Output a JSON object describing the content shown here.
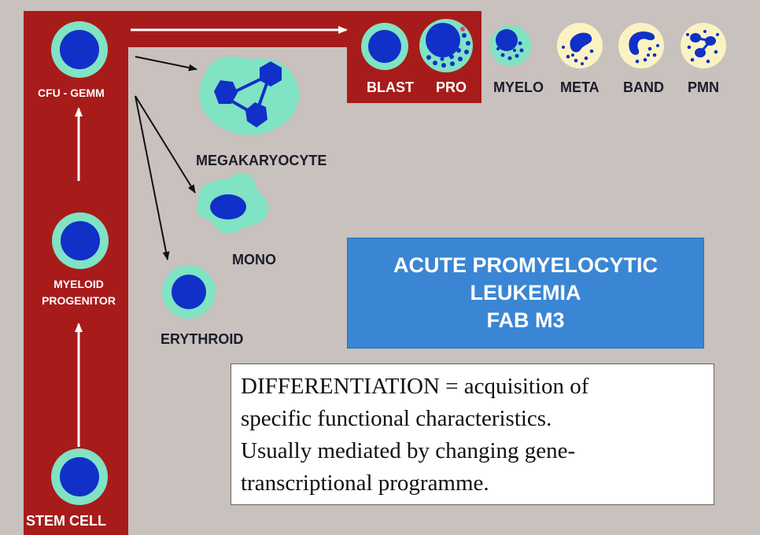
{
  "colors": {
    "background": "#c8c1bd",
    "lineage_bar": "#a81b1b",
    "nucleus": "#1030c8",
    "cytoplasm": "#7fe3c4",
    "granule_cytoplasm": "#fbf2c2",
    "title_box": "#3a86d4"
  },
  "lineage": {
    "cfu_gemm": "CFU - GEMM",
    "myeloid_progenitor": [
      "MYELOID",
      "PROGENITOR"
    ],
    "stem_cell": "STEM CELL"
  },
  "branches": {
    "megakaryocyte": "MEGAKARYOCYTE",
    "mono": "MONO",
    "erythroid": "ERYTHROID"
  },
  "maturation": {
    "blast": "BLAST",
    "pro": "PRO",
    "myelo": "MYELO",
    "meta": "META",
    "band": "BAND",
    "pmn": "PMN"
  },
  "title_box": {
    "lines": [
      "ACUTE  PROMYELOCYTIC",
      "LEUKEMIA",
      "FAB M3"
    ]
  },
  "definition": {
    "lines": [
      "DIFFERENTIATION = acquisition of",
      "specific functional characteristics.",
      "Usually mediated by changing gene-",
      "transcriptional programme."
    ]
  }
}
